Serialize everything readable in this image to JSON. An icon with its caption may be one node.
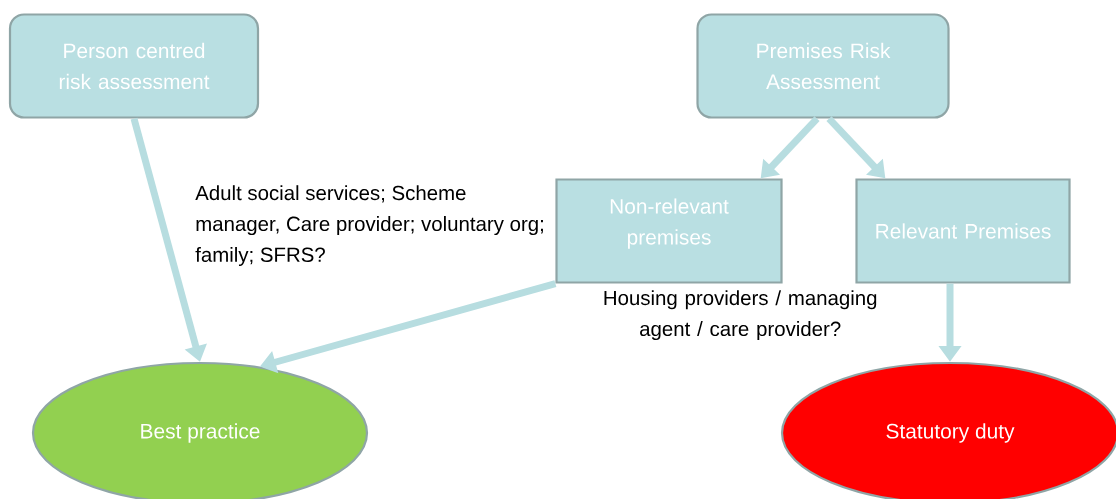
{
  "diagram": {
    "nodes": [
      {
        "text": [
          "Person centred risk assessment"
        ]
      },
      {
        "text": [
          "Premises Risk Assessment"
        ]
      },
      {
        "text": [
          "Non-relevant premises"
        ]
      },
      {
        "text": [
          "Relevant Premises"
        ]
      },
      {
        "text": [
          "Best practice"
        ]
      },
      {
        "text": [
          "Statutory duty"
        ]
      }
    ],
    "edges": [
      {
        "from": 0,
        "to": 4,
        "arrow": "to"
      },
      {
        "from": 1,
        "to": 2,
        "arrow": "to"
      },
      {
        "from": 1,
        "to": 3,
        "arrow": "to"
      },
      {
        "from": 2,
        "to": 4,
        "arrow": "to"
      },
      {
        "from": 3,
        "to": 5,
        "arrow": "to"
      }
    ],
    "labels": [
      "Adult social services; Scheme manager, Care provider; voluntary org; family; SFRS?",
      "Housing providers / managing agent / care provider?"
    ]
  }
}
